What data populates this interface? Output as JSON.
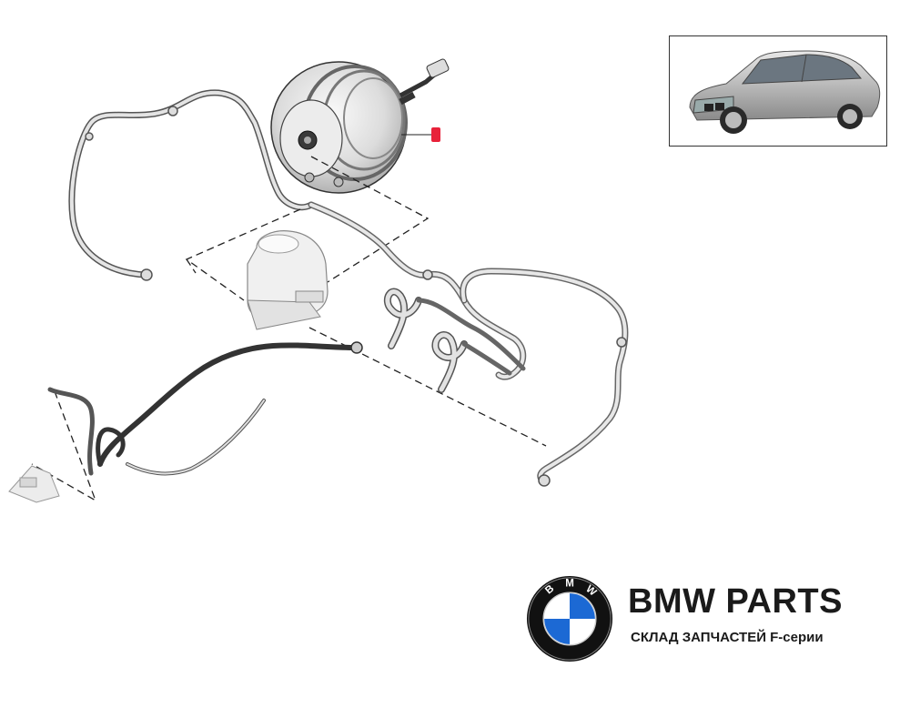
{
  "brand": {
    "title": "BMW PARTS",
    "subtitle": "СКЛАД ЗАПЧАСТЕЙ F-серии",
    "logo_letters": "BMW",
    "logo_colors": {
      "ring": "#111111",
      "blue": "#1c69d4",
      "white": "#ffffff"
    }
  },
  "diagram": {
    "callout_color": "#e8223a",
    "line_color": "#222222",
    "part_fill": "#e6e6e6"
  },
  "car_thumbnail": {
    "icon": "sedan-icon"
  }
}
